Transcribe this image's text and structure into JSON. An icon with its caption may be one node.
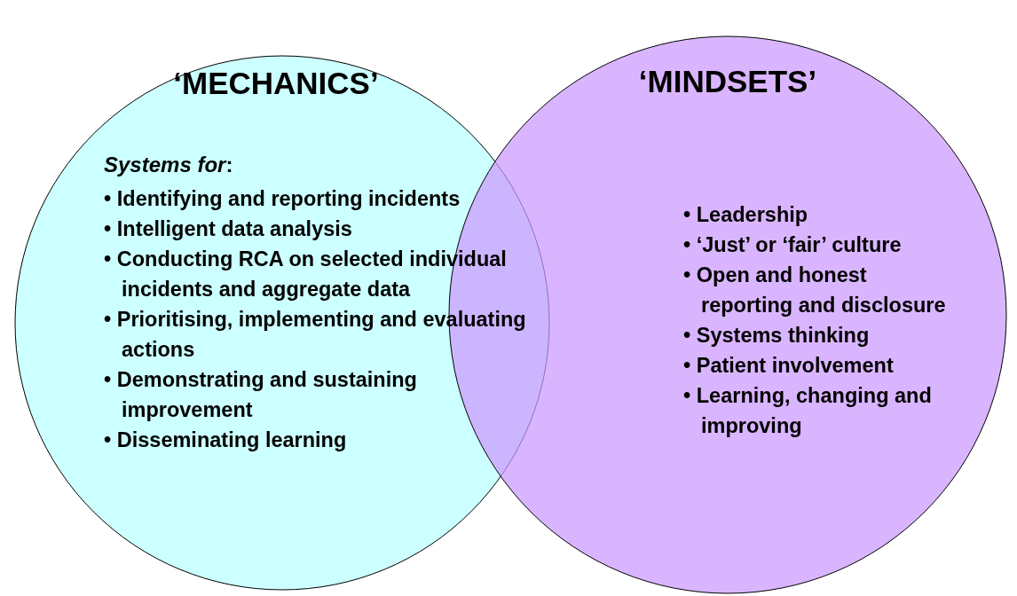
{
  "diagram": {
    "nodes": [
      {
        "text": [
          "‘MECHANICS’",
          "*Systems for*:",
          "• Identifying and reporting incidents",
          "• Intelligent data analysis",
          "• Conducting RCA on selected individual incidents and aggregate data",
          "• Prioritising, implementing and evaluating actions",
          "• Demonstrating and sustaining improvement",
          "• Disseminating learning"
        ]
      },
      {
        "text": [
          "‘MINDSETS’",
          "• Leadership",
          "• ‘Just’ or ‘fair’ culture",
          "• Open and honest reporting and disclosure",
          "• Systems thinking",
          "• Patient involvement",
          "• Learning, changing and improving"
        ]
      }
    ],
    "edges": []
  }
}
